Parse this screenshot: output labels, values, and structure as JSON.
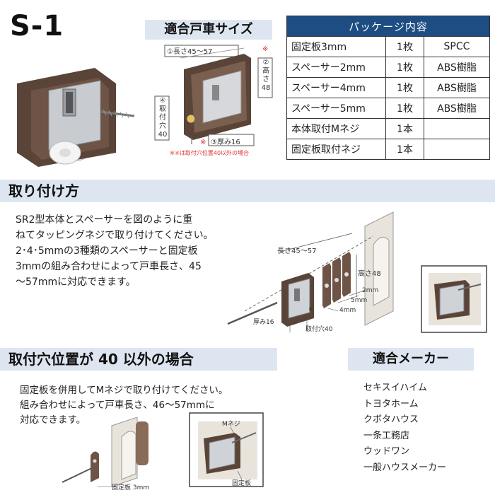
{
  "model": "S-1",
  "fit_size": {
    "title": "適合戸車サイズ",
    "length": "①長さ45～57",
    "height_num": "②",
    "height_chars": [
      "高",
      "さ",
      "48"
    ],
    "hole_num": "④",
    "hole_chars": [
      "取",
      "付",
      "穴",
      "40"
    ],
    "thickness": "③厚み16",
    "asterisk": "※",
    "note": "※④は取付穴位置40以外の場合"
  },
  "package": {
    "title": "パッケージ内容",
    "rows": [
      {
        "name": "固定板3mm",
        "qty": "1枚",
        "material": "SPCC"
      },
      {
        "name": "スペーサー2mm",
        "qty": "1枚",
        "material": "ABS樹脂"
      },
      {
        "name": "スペーサー4mm",
        "qty": "1枚",
        "material": "ABS樹脂"
      },
      {
        "name": "スペーサー5mm",
        "qty": "1枚",
        "material": "ABS樹脂"
      },
      {
        "name": "本体取付Mネジ",
        "qty": "1本",
        "material": ""
      },
      {
        "name": "固定板取付ネジ",
        "qty": "1本",
        "material": ""
      }
    ]
  },
  "install": {
    "title": "取り付け方",
    "lines": [
      "SR2型本体とスペーサーを図のように重",
      "ねてタッピングネジで取り付けてください。",
      "2･4･5mmの3種類のスペーサーと固定板",
      "3mmの組み合わせによって戸車長さ、45",
      "～57mmに対応できます。"
    ],
    "diagram": {
      "length": "長さ45～57",
      "height": "高さ48",
      "s2": "2mm",
      "s5": "5mm",
      "s4": "4mm",
      "thickness": "厚み16",
      "asterisk": "※",
      "hole": "取付穴40"
    }
  },
  "alt": {
    "title": "取付穴位置が 40 以外の場合",
    "lines": [
      "固定板を併用してMネジで取り付けてください。",
      "組み合わせによって戸車長さ、46～57mmに",
      "対応できます。"
    ],
    "plate_label": "固定板 3mm",
    "mscrew_label": "Mネジ",
    "plate_label2": "固定板"
  },
  "makers": {
    "title": "適合メーカー",
    "items": [
      "セキスイハイム",
      "トヨタホーム",
      "クボタハウス",
      "一条工務店",
      "ウッドワン",
      "一般ハウスメーカー"
    ]
  },
  "colors": {
    "brand_blue": "#1d4d82",
    "band": "#dde6f0",
    "housing_brown": "#5a4438",
    "asterisk_red": "#d33333"
  }
}
